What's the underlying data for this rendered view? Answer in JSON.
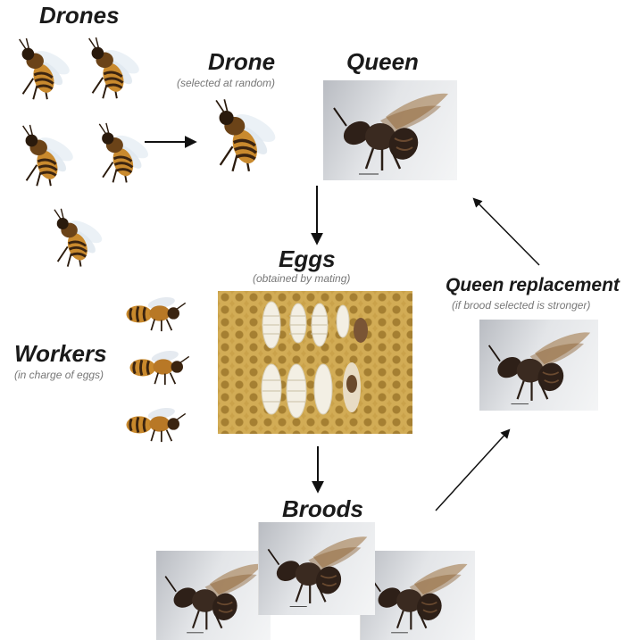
{
  "labels": {
    "drones": "Drones",
    "drone": "Drone",
    "drone_sub": "(selected at random)",
    "queen": "Queen",
    "eggs": "Eggs",
    "eggs_sub": "(obtained by mating)",
    "workers": "Workers",
    "workers_sub": "(in charge of eggs)",
    "queen_replacement": "Queen replacement",
    "queen_replacement_sub": "(if brood selected is stronger)",
    "broods": "Broods"
  },
  "images": {
    "drone_bee": "drone-bee-illustration",
    "worker_bee": "worker-bee-illustration",
    "queen_photo": "queen-bee-photo",
    "eggs_photo": "larvae-on-honeycomb-photo"
  },
  "colors": {
    "arrow": "#111111",
    "bee_body": "#c98a2e",
    "bee_stripe": "#3b2410",
    "comb": "#caa24a",
    "larva": "#f3efe4"
  }
}
